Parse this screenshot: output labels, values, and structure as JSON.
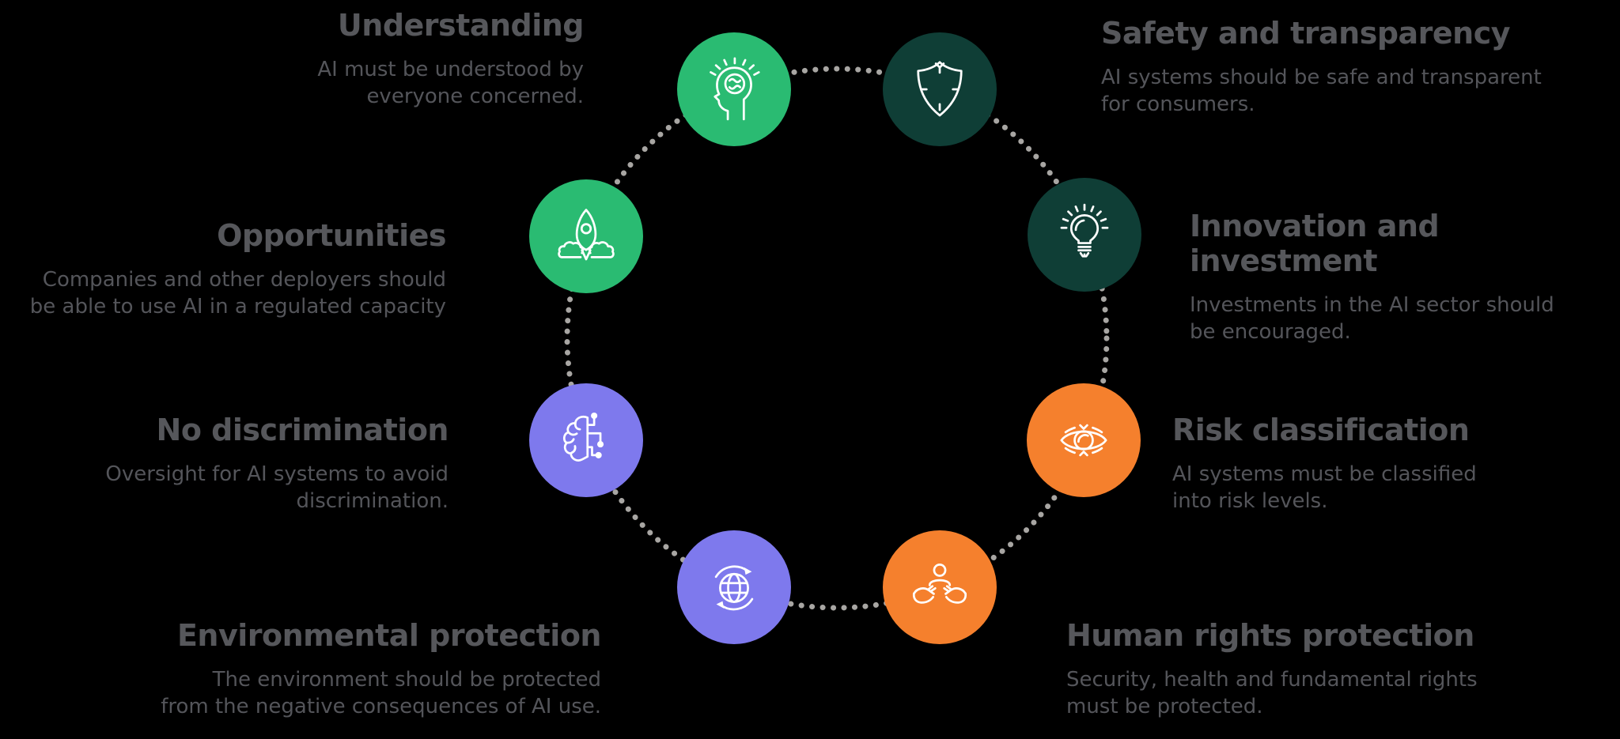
{
  "colors": {
    "background": "#000000",
    "title_text": "#56575b",
    "description_text": "#54555a"
  },
  "ring": {
    "color": "#a8a6a3"
  },
  "items": [
    {
      "id": "understanding",
      "title": "Understanding",
      "description": "AI must be understood by\neveryone concerned.",
      "circle_color": "#2abb72",
      "icon": "head-brain-icon"
    },
    {
      "id": "safety-and-transparency",
      "title": "Safety and transparency",
      "description": "AI systems should be safe and transparent\nfor consumers.",
      "circle_color": "#0f3e36",
      "icon": "shield-icon"
    },
    {
      "id": "opportunities",
      "title": "Opportunities",
      "description": "Companies and other deployers should\nbe able to use AI in a regulated capacity",
      "circle_color": "#2abb72",
      "icon": "rocket-icon"
    },
    {
      "id": "innovation-and-investment",
      "title": "Innovation and\ninvestment",
      "description": "Investments in the AI sector should\nbe encouraged.",
      "circle_color": "#0f3e36",
      "icon": "lightbulb-icon"
    },
    {
      "id": "no-discrimination",
      "title": "No discrimination",
      "description": "Oversight for AI systems to avoid\ndiscrimination.",
      "circle_color": "#7e79ed",
      "icon": "brain-circuit-icon"
    },
    {
      "id": "risk-classification",
      "title": "Risk classification",
      "description": "AI systems must be classified\ninto risk levels.",
      "circle_color": "#f5802d",
      "icon": "eye-icon"
    },
    {
      "id": "environmental-protection",
      "title": "Environmental protection",
      "description": "The environment should be protected\nfrom the negative consequences of AI use.",
      "circle_color": "#7e79ed",
      "icon": "globe-recycle-icon"
    },
    {
      "id": "human-rights-protection",
      "title": "Human rights protection",
      "description": "Security, health and fundamental rights\nmust be protected.",
      "circle_color": "#f5802d",
      "icon": "hands-person-icon"
    }
  ]
}
